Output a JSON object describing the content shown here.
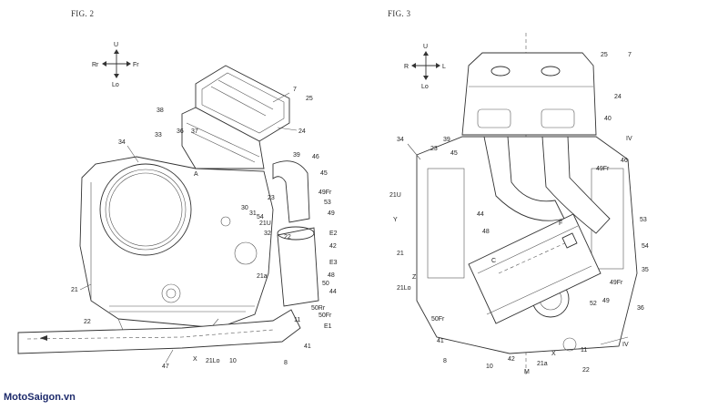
{
  "figures": [
    {
      "title": "FIG. 2",
      "axes": {
        "up": "U",
        "down": "Lo",
        "left": "Rr",
        "right": "Fr"
      },
      "labels": [
        "7",
        "25",
        "38",
        "37",
        "24",
        "36",
        "33",
        "34",
        "39",
        "46",
        "A",
        "45",
        "23",
        "49Fr",
        "30",
        "53",
        "21U",
        "49",
        "31",
        "32",
        "42",
        "E2",
        "22",
        "54",
        "E3",
        "48",
        "21a",
        "50",
        "44",
        "21",
        "50Rr",
        "50Fr",
        "11",
        "E1",
        "41",
        "47",
        "X",
        "21Lo",
        "10",
        "8"
      ]
    },
    {
      "title": "FIG. 3",
      "axes": {
        "up": "U",
        "down": "Lo",
        "left": "R",
        "right": "L"
      },
      "labels": [
        "25",
        "7",
        "24",
        "40",
        "IV",
        "34",
        "39",
        "23",
        "45",
        "49Fr",
        "46",
        "21U",
        "Y",
        "44",
        "F",
        "53",
        "21",
        "48",
        "C",
        "54",
        "Z",
        "35",
        "21Lo",
        "49Fr",
        "52",
        "49",
        "36",
        "50Fr",
        "41",
        "IV",
        "11",
        "8",
        "10",
        "42",
        "21a",
        "X",
        "22",
        "M"
      ]
    }
  ],
  "watermark": "MotoSaigon.vn"
}
